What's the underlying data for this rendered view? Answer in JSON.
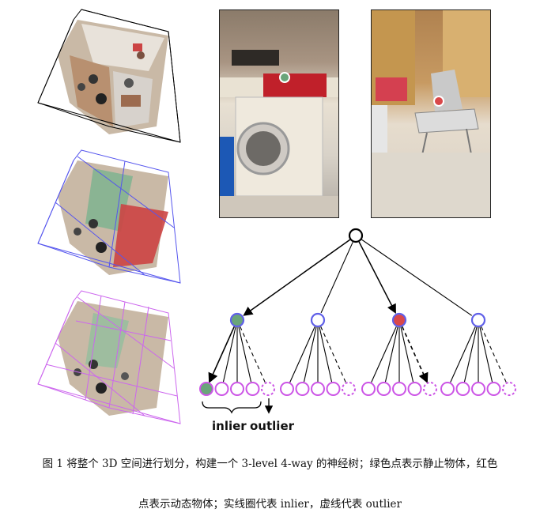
{
  "figure": {
    "tree_labels": {
      "inlier": "inlier",
      "outlier": "outlier"
    },
    "caption_line1": "图 1 将整个 3D 空间进行划分，构建一个 3-level 4-way 的神经树；绿色点表示静止物体，红色",
    "caption_line2": "点表示动态物体；实线圈代表 inlier，虚线代表 outlier"
  },
  "colors": {
    "level1_octree": "#000000",
    "level2_octree": "#5555ee",
    "level3_octree": "#cc66ee",
    "node_inner": "#6060e8",
    "node_leaf": "#cc55e6",
    "static_point": "#6aa57a",
    "dynamic_point": "#d9484a"
  },
  "tree": {
    "levels": 3,
    "ways": 4,
    "branches": [
      {
        "inner_fill": "static",
        "leaves_per_branch": 5,
        "outlier_index": 4,
        "highlight_leaf": 0
      },
      {
        "inner_fill": "none",
        "leaves_per_branch": 5,
        "outlier_index": 4,
        "highlight_leaf": null
      },
      {
        "inner_fill": "dynamic",
        "leaves_per_branch": 5,
        "outlier_index": 4,
        "highlight_leaf": null
      },
      {
        "inner_fill": "none",
        "leaves_per_branch": 5,
        "outlier_index": 4,
        "highlight_leaf": null
      }
    ]
  }
}
